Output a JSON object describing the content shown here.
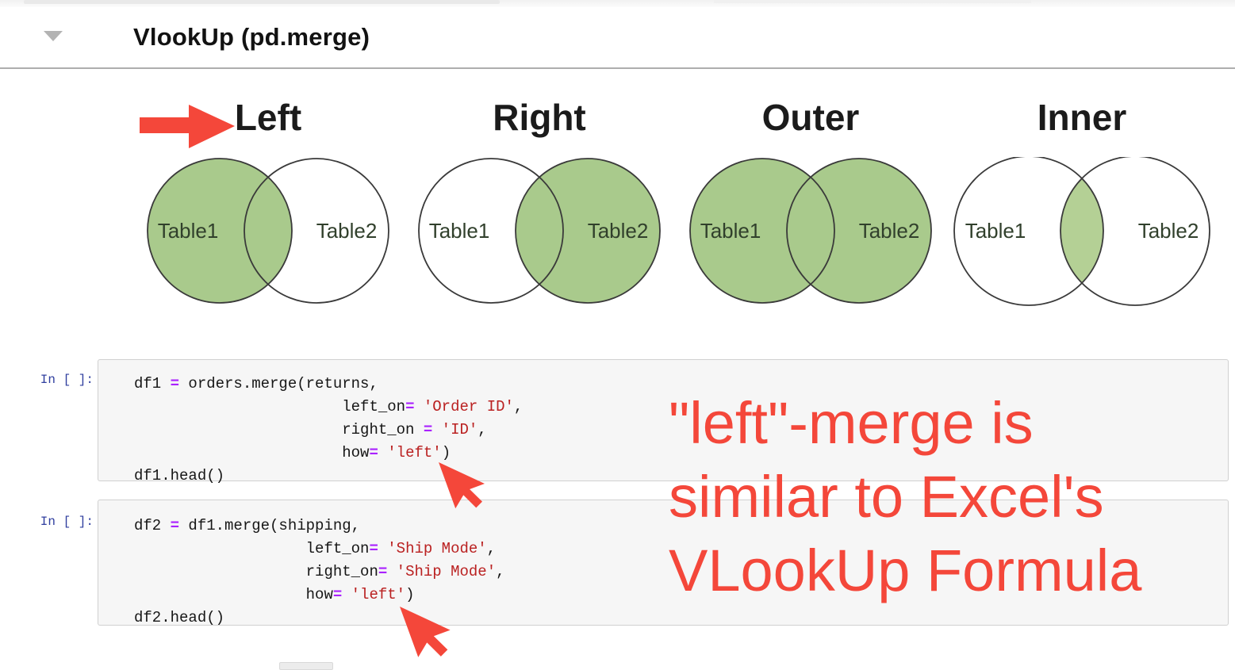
{
  "header": {
    "title": "VlookUp (pd.merge)",
    "collapse_icon": "chevron-down-icon"
  },
  "colors": {
    "venn_green": "#a9ca8c",
    "venn_inner_lens_green": "#b4d095",
    "circle_stroke": "#3a3a3a",
    "accent_red": "#f4473a",
    "prompt_blue": "#303F9F",
    "operator_purple": "#AA22FF",
    "string_red": "#BA2121",
    "cell_background": "#f6f6f6",
    "cell_border": "#d0d0d0"
  },
  "venn": {
    "groups": [
      {
        "label": "Left",
        "left_label": "Table1",
        "right_label": "Table2",
        "shaded": "left-circle-and-intersection"
      },
      {
        "label": "Right",
        "left_label": "Table1",
        "right_label": "Table2",
        "shaded": "right-circle-and-intersection"
      },
      {
        "label": "Outer",
        "left_label": "Table1",
        "right_label": "Table2",
        "shaded": "both-circles"
      },
      {
        "label": "Inner",
        "left_label": "Table1",
        "right_label": "Table2",
        "shaded": "intersection-only"
      }
    ]
  },
  "annotation": {
    "lines": [
      "\"left\"-merge is",
      "similar to Excel's",
      "VLookUp Formula"
    ]
  },
  "cells": [
    {
      "prompt": "In [ ]:",
      "lines": [
        [
          {
            "t": "df1 "
          },
          {
            "t": "=",
            "c": "op"
          },
          {
            "t": " orders.merge(returns,"
          }
        ],
        [
          {
            "t": "                       left_on"
          },
          {
            "t": "=",
            "c": "op"
          },
          {
            "t": " "
          },
          {
            "t": "'Order ID'",
            "c": "str"
          },
          {
            "t": ","
          }
        ],
        [
          {
            "t": "                       right_on "
          },
          {
            "t": "=",
            "c": "op"
          },
          {
            "t": " "
          },
          {
            "t": "'ID'",
            "c": "str"
          },
          {
            "t": ","
          }
        ],
        [
          {
            "t": "                       how"
          },
          {
            "t": "=",
            "c": "op"
          },
          {
            "t": " "
          },
          {
            "t": "'left'",
            "c": "str"
          },
          {
            "t": ")"
          }
        ],
        [
          {
            "t": "df1.head()"
          }
        ]
      ]
    },
    {
      "prompt": "In [ ]:",
      "lines": [
        [
          {
            "t": "df2 "
          },
          {
            "t": "=",
            "c": "op"
          },
          {
            "t": " df1.merge(shipping,"
          }
        ],
        [
          {
            "t": "                   left_on"
          },
          {
            "t": "=",
            "c": "op"
          },
          {
            "t": " "
          },
          {
            "t": "'Ship Mode'",
            "c": "str"
          },
          {
            "t": ","
          }
        ],
        [
          {
            "t": "                   right_on"
          },
          {
            "t": "=",
            "c": "op"
          },
          {
            "t": " "
          },
          {
            "t": "'Ship Mode'",
            "c": "str"
          },
          {
            "t": ","
          }
        ],
        [
          {
            "t": "                   how"
          },
          {
            "t": "=",
            "c": "op"
          },
          {
            "t": " "
          },
          {
            "t": "'left'",
            "c": "str"
          },
          {
            "t": ")"
          }
        ],
        [
          {
            "t": "df2.head()"
          }
        ]
      ]
    }
  ]
}
